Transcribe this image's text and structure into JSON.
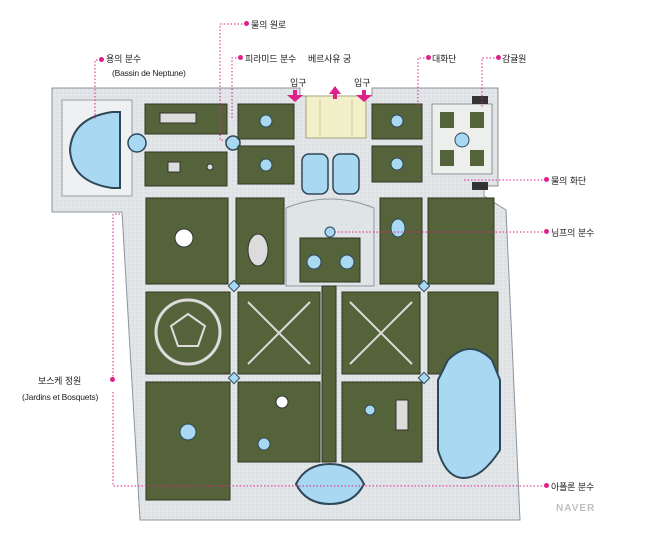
{
  "labels": {
    "water_parterre_source": "물의 원로",
    "neptune_fountain": "용의 분수",
    "neptune_fountain_fr": "(Bassin de Neptune)",
    "pyramid_fountain": "피라미드 분수",
    "palace": "베르사유 궁",
    "entrance_left": "입구",
    "entrance_right": "입구",
    "grand_terrace": "대화단",
    "orangery": "감귤원",
    "water_parterre": "물의 화단",
    "nymph_fountain": "님프의 분수",
    "bosquet_garden": "보스케 정원",
    "bosquet_garden_fr": "(Jardins et Bosquets)",
    "apollo_fountain": "아폴론 분수"
  },
  "watermark": "NAVER",
  "colors": {
    "accent": "#e0208a",
    "ground": "#e4e7ea",
    "lawn": "#55633a",
    "water": "#a8d8f2",
    "palace": "#f2f0c8"
  }
}
